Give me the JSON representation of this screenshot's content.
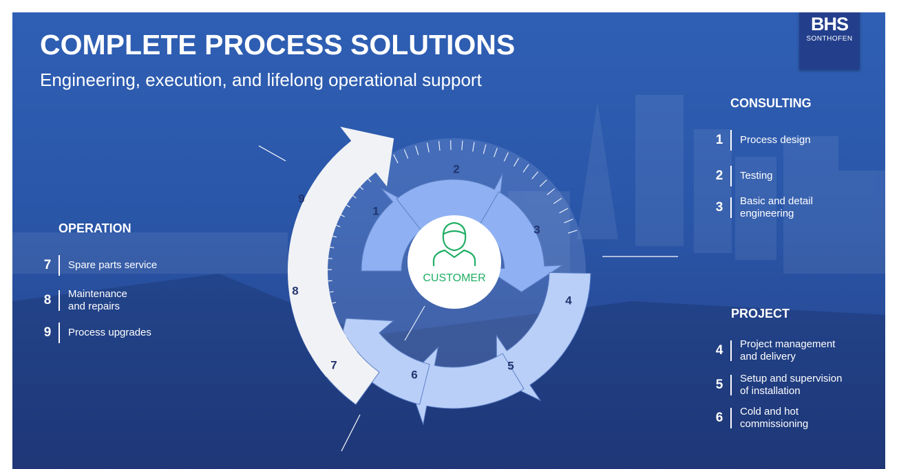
{
  "header": {
    "title": "COMPLETE PROCESS SOLUTIONS",
    "subtitle": "Engineering, execution, and lifelong operational support"
  },
  "logo": {
    "brand": "BHS",
    "sub": "SONTHOFEN"
  },
  "diagram": {
    "center_label": "CUSTOMER",
    "segment_numbers": [
      "1",
      "2",
      "3",
      "4",
      "5",
      "6",
      "7",
      "8",
      "9"
    ]
  },
  "groups": {
    "consulting": {
      "title": "CONSULTING",
      "items": [
        {
          "num": "1",
          "text": "Process design"
        },
        {
          "num": "2",
          "text": "Testing"
        },
        {
          "num": "3",
          "text": "Basic and detail\nengineering"
        }
      ]
    },
    "project": {
      "title": "PROJECT",
      "items": [
        {
          "num": "4",
          "text": "Project management\nand delivery"
        },
        {
          "num": "5",
          "text": "Setup and supervision\nof installation"
        },
        {
          "num": "6",
          "text": "Cold and hot\ncommissioning"
        }
      ]
    },
    "operation": {
      "title": "OPERATION",
      "items": [
        {
          "num": "7",
          "text": "Spare parts service"
        },
        {
          "num": "8",
          "text": "Maintenance\nand repairs"
        },
        {
          "num": "9",
          "text": "Process upgrades"
        }
      ]
    }
  },
  "colors": {
    "consulting": "#8fb0f2",
    "project": "#b9cff8",
    "operation": "#f1f2f5",
    "customer": "#1fae63",
    "logo_bg": "#233f8c"
  }
}
